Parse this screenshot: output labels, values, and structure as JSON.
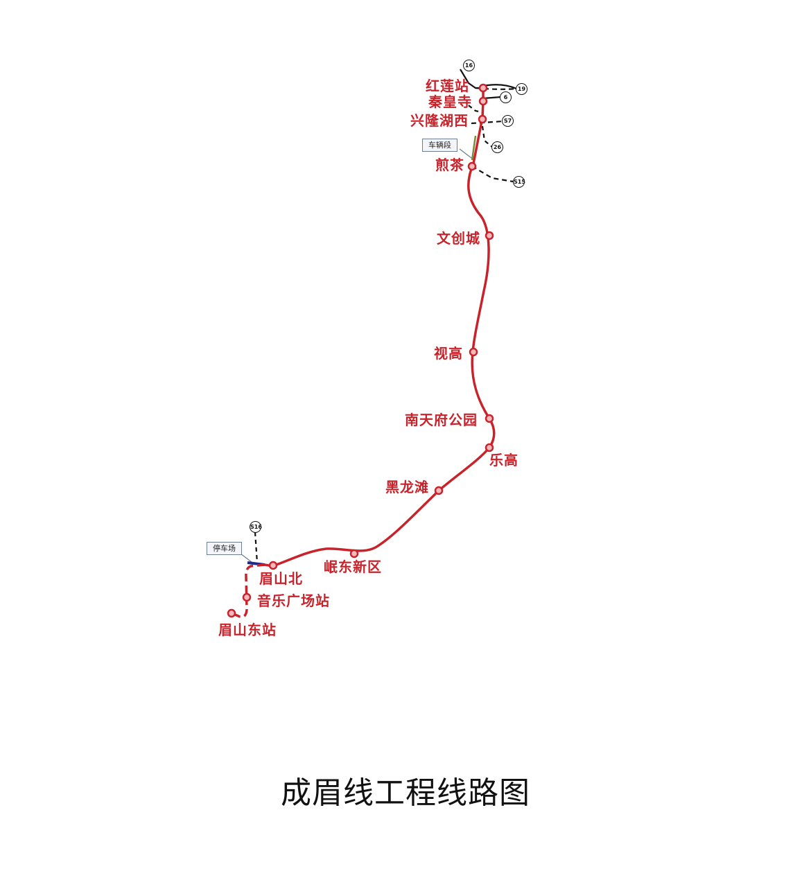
{
  "map": {
    "title": "成眉线工程线路图",
    "line_color": "#c8232b",
    "connector_color": "#111111",
    "depot_stub_color": "#1a2b8f",
    "stations": [
      {
        "id": "honglian",
        "name": "红莲站"
      },
      {
        "id": "qinhuangsi",
        "name": "秦皇寺"
      },
      {
        "id": "xinglonghuxi",
        "name": "兴隆湖西"
      },
      {
        "id": "jiancha",
        "name": "煎茶"
      },
      {
        "id": "wenchuangcheng",
        "name": "文创城"
      },
      {
        "id": "shigao",
        "name": "视高"
      },
      {
        "id": "nantianfugongyuan",
        "name": "南天府公园"
      },
      {
        "id": "legao",
        "name": "乐高"
      },
      {
        "id": "heilongtan",
        "name": "黑龙滩"
      },
      {
        "id": "mindongxinqu",
        "name": "岷东新区"
      },
      {
        "id": "meishanbei",
        "name": "眉山北"
      },
      {
        "id": "yinyueguangchang",
        "name": "音乐广场站"
      },
      {
        "id": "meishandong",
        "name": "眉山东站"
      }
    ],
    "depots": [
      {
        "id": "vehicle-depot",
        "name": "车辆段"
      },
      {
        "id": "parking-yard",
        "name": "停车场"
      }
    ],
    "connecting_lines": [
      {
        "id": "line-16",
        "number": "16"
      },
      {
        "id": "line-19",
        "number": "19"
      },
      {
        "id": "line-6",
        "number": "6"
      },
      {
        "id": "line-s7",
        "number": "S7"
      },
      {
        "id": "line-26",
        "number": "26"
      },
      {
        "id": "line-s15",
        "number": "S15"
      },
      {
        "id": "line-s16",
        "number": "S16"
      }
    ]
  }
}
